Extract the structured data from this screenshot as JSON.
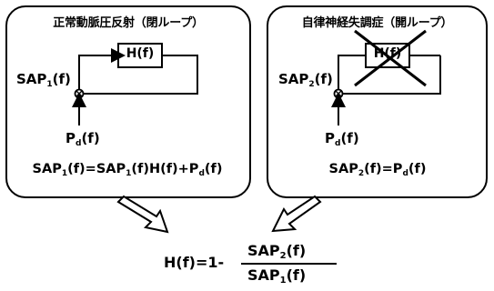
{
  "left_panel": {
    "title": "正常動脈圧反射（閉ループ）",
    "block": "H(f)",
    "output_label": "SAP",
    "output_sub": "1",
    "output_suffix": "(f)",
    "input_label": "P",
    "input_sub": "d",
    "input_suffix": "(f)",
    "equation_parts": [
      "SAP",
      "1",
      "(f)=SAP",
      "1",
      "(f)H(f)+P",
      "d",
      "(f)"
    ]
  },
  "right_panel": {
    "title": "自律神経失調症（開ループ）",
    "block": "H(f)",
    "output_label": "SAP",
    "output_sub": "2",
    "output_suffix": "(f)",
    "input_label": "P",
    "input_sub": "d",
    "input_suffix": "(f)",
    "equation_parts": [
      "SAP",
      "2",
      "(f)=P",
      "d",
      "(f)"
    ]
  },
  "result": {
    "lhs": "H(f)=1-",
    "num_main": "SAP",
    "num_sub": "2",
    "num_suffix": "(f)",
    "den_main": "SAP",
    "den_sub": "1",
    "den_suffix": "(f)"
  }
}
